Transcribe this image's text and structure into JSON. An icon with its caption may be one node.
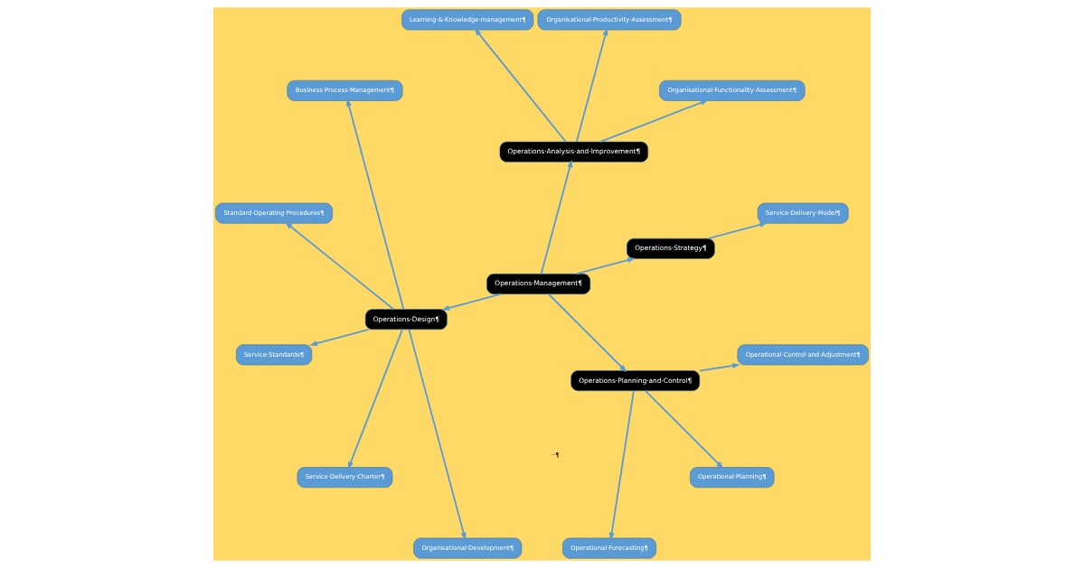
{
  "diagram": {
    "nodes": [
      {
        "text": [
          "Operations·Management¶"
        ]
      },
      {
        "text": [
          "Operations·Strategy¶"
        ]
      },
      {
        "text": [
          "Service·Delivery·Model¶"
        ]
      },
      {
        "text": [
          "Operations·Analysis·and·Improvement¶"
        ]
      },
      {
        "text": [
          "Organisational·Functionality·Assessment¶"
        ]
      },
      {
        "text": [
          "Organisational·Productivity·Assessment¶"
        ]
      },
      {
        "text": [
          "Learning·&·Knowledge·management¶"
        ]
      },
      {
        "text": [
          "Operations·Design¶"
        ]
      },
      {
        "text": [
          "Business·Process·Management¶"
        ]
      },
      {
        "text": [
          "Standard·Operating·Procedures¶"
        ]
      },
      {
        "text": [
          "Service·Standards¶"
        ]
      },
      {
        "text": [
          "Service·Delivery·Charter¶"
        ]
      },
      {
        "text": [
          "Organisational·Development¶"
        ]
      },
      {
        "text": [
          "Operations·Planning·and·Control¶"
        ]
      },
      {
        "text": [
          "Operational·Forecasting¶"
        ]
      },
      {
        "text": [
          "Operational·Planning¶"
        ]
      },
      {
        "text": [
          "Operational·Control·and·Adjustment¶"
        ]
      }
    ],
    "edges": [
      {
        "from": 0,
        "to": 1,
        "arrow": "to"
      },
      {
        "from": 1,
        "to": 2,
        "arrow": "to"
      },
      {
        "from": 0,
        "to": 3,
        "arrow": "to"
      },
      {
        "from": 3,
        "to": 4,
        "arrow": "to"
      },
      {
        "from": 3,
        "to": 5,
        "arrow": "to"
      },
      {
        "from": 3,
        "to": 6,
        "arrow": "to"
      },
      {
        "from": 0,
        "to": 7,
        "arrow": "to"
      },
      {
        "from": 7,
        "to": 8,
        "arrow": "to"
      },
      {
        "from": 7,
        "to": 9,
        "arrow": "to"
      },
      {
        "from": 7,
        "to": 10,
        "arrow": "to"
      },
      {
        "from": 7,
        "to": 11,
        "arrow": "to"
      },
      {
        "from": 7,
        "to": 12,
        "arrow": "to"
      },
      {
        "from": 0,
        "to": 13,
        "arrow": "to"
      },
      {
        "from": 13,
        "to": 14,
        "arrow": "to"
      },
      {
        "from": 13,
        "to": 15,
        "arrow": "to"
      },
      {
        "from": 13,
        "to": 16,
        "arrow": "to"
      }
    ],
    "labels": [
      "··¶"
    ]
  }
}
